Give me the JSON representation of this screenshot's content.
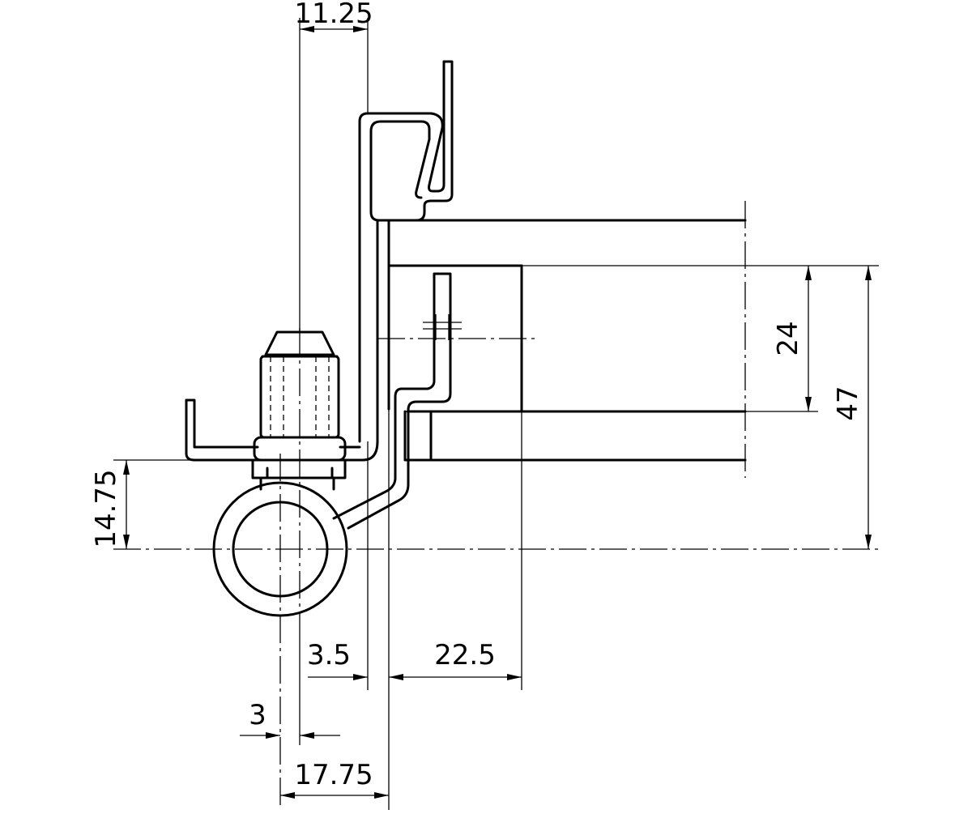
{
  "dimensions": {
    "top_width": "11.25",
    "inner_height": "24",
    "outer_height": "47",
    "pin_offset": "14.75",
    "gap": "3.5",
    "leaf_depth": "22.5",
    "thickness": "3",
    "overall_width": "17.75"
  }
}
